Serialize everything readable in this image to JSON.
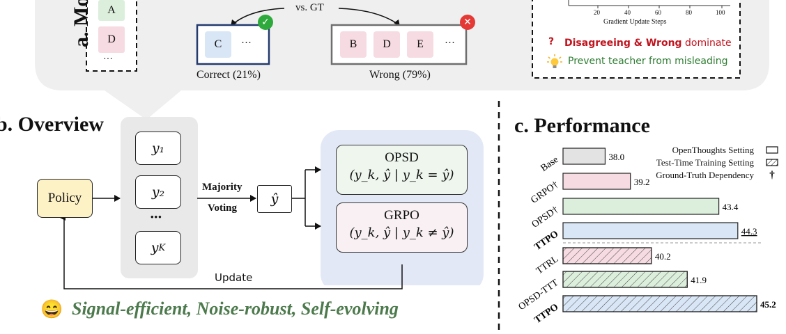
{
  "panel_a": {
    "title": "a. Mo",
    "left_items": [
      "A",
      "D",
      "···"
    ],
    "vs_label": "vs. GT",
    "correct_box": {
      "item": "C",
      "more": "···",
      "label": "Correct (21%)"
    },
    "wrong_box": {
      "items": [
        "B",
        "D",
        "E"
      ],
      "more": "···",
      "label": "Wrong (79%)"
    },
    "chart": {
      "xticks": [
        "20",
        "40",
        "60",
        "80",
        "100"
      ],
      "xlabel": "Gradient Update Steps"
    },
    "notes": [
      {
        "bold": "Disagreeing & Wrong",
        "rest": " dominate",
        "color": "#c0141e"
      },
      {
        "bold": "",
        "rest": "Prevent teacher from misleading",
        "color": "#2e7d32"
      }
    ]
  },
  "panel_b": {
    "title": "b. Overview",
    "policy": "Policy",
    "samples": [
      "y₁",
      "y₂",
      "•••",
      "y_K"
    ],
    "majority": "Majority",
    "voting": "Voting",
    "yhat": "ŷ",
    "opsd": {
      "name": "OPSD",
      "formula": "(y_k, ŷ | y_k = ŷ)"
    },
    "grpo": {
      "name": "GRPO",
      "formula": "(y_k, ŷ | y_k ≠ ŷ)"
    },
    "update": "Update",
    "tagline": "Signal-efficient, Noise-robust, Self-evolving",
    "emoji": "😄"
  },
  "panel_c": {
    "title": "c. Performance",
    "legend": [
      {
        "label": "OpenThoughts Setting",
        "marker": "plain"
      },
      {
        "label": "Test-Time Training Setting",
        "marker": "hatched"
      },
      {
        "label": "Ground-Truth Dependency",
        "marker": "dagger"
      }
    ]
  },
  "chart_data": {
    "type": "bar",
    "orientation": "horizontal",
    "categories": [
      "Base",
      "GRPO†",
      "OPSD†",
      "TTPO",
      "TTRL",
      "OPSD-TTT",
      "TTPO"
    ],
    "values": [
      38.0,
      39.2,
      43.4,
      44.3,
      40.2,
      41.9,
      45.2
    ],
    "value_labels": [
      "38.0",
      "39.2",
      "43.4",
      "44.3",
      "40.2",
      "41.9",
      "45.2"
    ],
    "settings": [
      "OpenThoughts",
      "OpenThoughts",
      "OpenThoughts",
      "OpenThoughts",
      "Test-Time Training",
      "Test-Time Training",
      "Test-Time Training"
    ],
    "colors": [
      "#e3e3e3",
      "#f6dbe2",
      "#dcefdc",
      "#d9e6f6",
      "#f6dbe2",
      "#dcefdc",
      "#d9e6f6"
    ],
    "edge": "#222222",
    "bold_categories": [
      3,
      6
    ],
    "xlim": [
      36,
      46
    ],
    "grid": false,
    "legend_position": "top-right"
  }
}
